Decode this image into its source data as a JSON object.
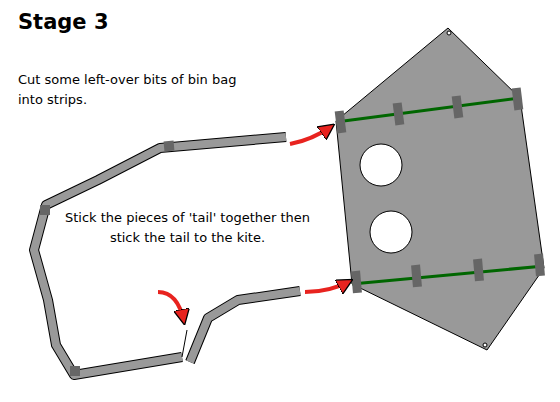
{
  "diagram": {
    "title": "Stage 3",
    "labels": [
      "Cut some left-over bits of bin bag into strips.",
      "Stick the pieces of 'tail' together then stick the tail to the kite."
    ]
  }
}
